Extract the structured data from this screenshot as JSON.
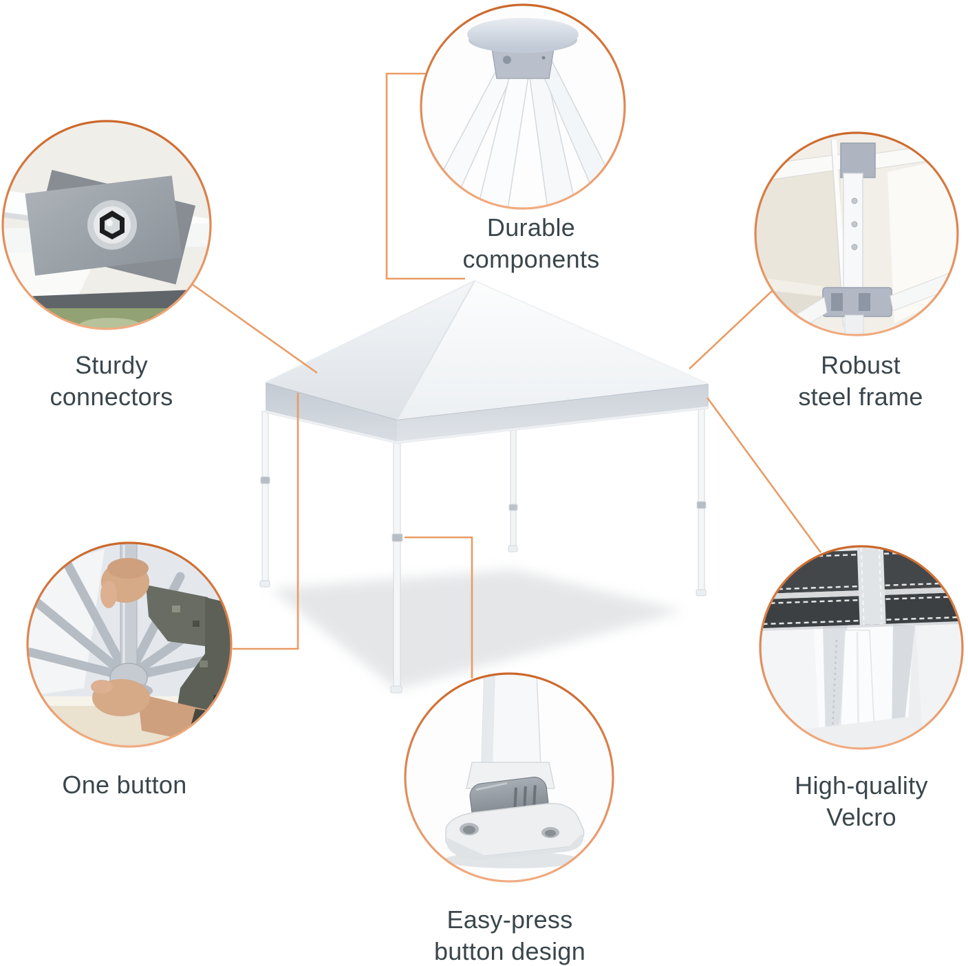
{
  "features": {
    "sturdy_connectors": {
      "line1": "Sturdy",
      "line2": "connectors"
    },
    "durable_components": {
      "line1": "Durable",
      "line2": "components"
    },
    "robust_steel_frame": {
      "line1": "Robust",
      "line2": "steel frame"
    },
    "one_button": {
      "line1": "One button",
      "line2": ""
    },
    "easy_press": {
      "line1": "Easy-press",
      "line2": "button design"
    },
    "high_quality_velcro": {
      "line1": "High-quality",
      "line2": "Velcro"
    }
  },
  "colors": {
    "background": "#FFFFFF",
    "callout_line": "#E99B63",
    "circle_border_top": "#CC672A",
    "circle_border_bottom": "#F1AB80",
    "label_text": "#3A464B"
  }
}
